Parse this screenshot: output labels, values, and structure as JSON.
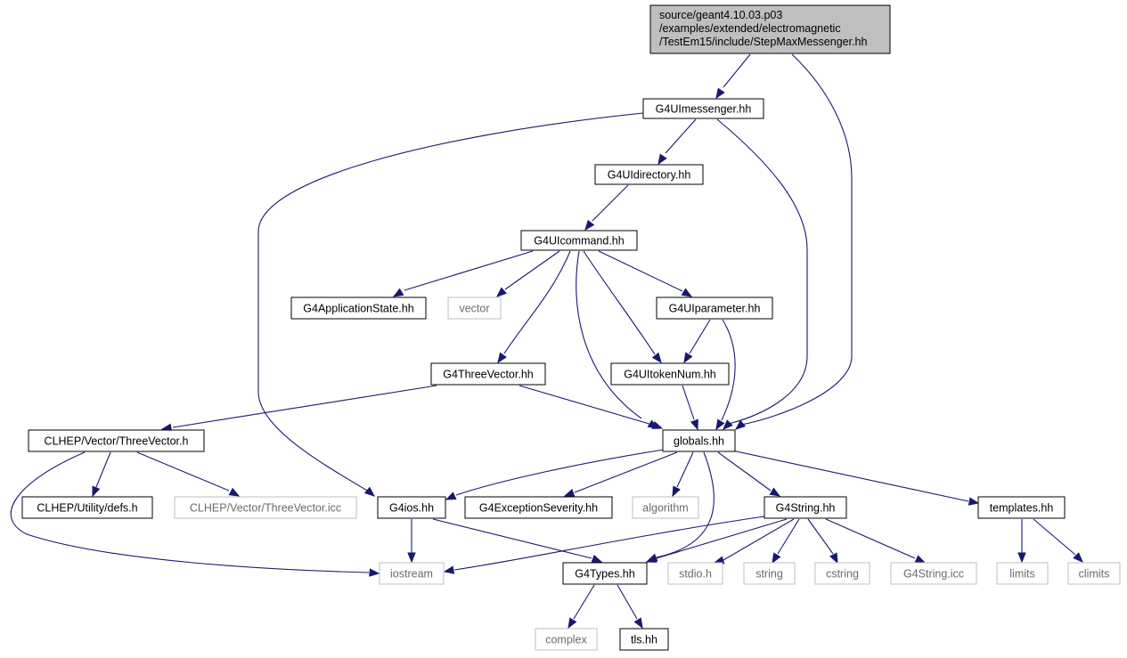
{
  "colors": {
    "edge": "#191970",
    "node_border": "#000000",
    "missing_border": "#bfbfbf",
    "root_fill": "#bfbfbf",
    "node_fill": "#ffffff"
  },
  "nodes": [
    {
      "id": "root",
      "lines": [
        "source/geant4.10.03.p03",
        "/examples/extended/electromagnetic",
        "/TestEm15/include/StepMaxMessenger.hh"
      ],
      "kind": "root"
    },
    {
      "id": "G4UImessenger",
      "lines": [
        "G4UImessenger.hh"
      ],
      "kind": "normal"
    },
    {
      "id": "G4UIdirectory",
      "lines": [
        "G4UIdirectory.hh"
      ],
      "kind": "normal"
    },
    {
      "id": "G4UIcommand",
      "lines": [
        "G4UIcommand.hh"
      ],
      "kind": "normal"
    },
    {
      "id": "G4ApplicationState",
      "lines": [
        "G4ApplicationState.hh"
      ],
      "kind": "normal"
    },
    {
      "id": "vector",
      "lines": [
        "vector"
      ],
      "kind": "missing"
    },
    {
      "id": "G4UIparameter",
      "lines": [
        "G4UIparameter.hh"
      ],
      "kind": "normal"
    },
    {
      "id": "G4ThreeVector",
      "lines": [
        "G4ThreeVector.hh"
      ],
      "kind": "normal"
    },
    {
      "id": "G4UItokenNum",
      "lines": [
        "G4UItokenNum.hh"
      ],
      "kind": "normal"
    },
    {
      "id": "CLHEPThreeVector",
      "lines": [
        "CLHEP/Vector/ThreeVector.h"
      ],
      "kind": "normal"
    },
    {
      "id": "globals",
      "lines": [
        "globals.hh"
      ],
      "kind": "normal"
    },
    {
      "id": "CLHEPdefs",
      "lines": [
        "CLHEP/Utility/defs.h"
      ],
      "kind": "normal"
    },
    {
      "id": "ThreeVectorIcc",
      "lines": [
        "CLHEP/Vector/ThreeVector.icc"
      ],
      "kind": "missing"
    },
    {
      "id": "G4ios",
      "lines": [
        "G4ios.hh"
      ],
      "kind": "normal"
    },
    {
      "id": "G4ExceptionSeverity",
      "lines": [
        "G4ExceptionSeverity.hh"
      ],
      "kind": "normal"
    },
    {
      "id": "algorithm",
      "lines": [
        "algorithm"
      ],
      "kind": "missing"
    },
    {
      "id": "G4String",
      "lines": [
        "G4String.hh"
      ],
      "kind": "normal"
    },
    {
      "id": "templates",
      "lines": [
        "templates.hh"
      ],
      "kind": "normal"
    },
    {
      "id": "iostream",
      "lines": [
        "iostream"
      ],
      "kind": "missing"
    },
    {
      "id": "G4Types",
      "lines": [
        "G4Types.hh"
      ],
      "kind": "normal"
    },
    {
      "id": "stdio",
      "lines": [
        "stdio.h"
      ],
      "kind": "missing"
    },
    {
      "id": "string",
      "lines": [
        "string"
      ],
      "kind": "missing"
    },
    {
      "id": "cstring",
      "lines": [
        "cstring"
      ],
      "kind": "missing"
    },
    {
      "id": "G4StringIcc",
      "lines": [
        "G4String.icc"
      ],
      "kind": "missing"
    },
    {
      "id": "limits",
      "lines": [
        "limits"
      ],
      "kind": "missing"
    },
    {
      "id": "climits",
      "lines": [
        "climits"
      ],
      "kind": "missing"
    },
    {
      "id": "complex",
      "lines": [
        "complex"
      ],
      "kind": "missing"
    },
    {
      "id": "tls",
      "lines": [
        "tls.hh"
      ],
      "kind": "normal"
    }
  ],
  "edges": [
    {
      "from": "root",
      "to": "G4UImessenger"
    },
    {
      "from": "root",
      "to": "globals"
    },
    {
      "from": "G4UImessenger",
      "to": "G4UIdirectory"
    },
    {
      "from": "G4UImessenger",
      "to": "globals"
    },
    {
      "from": "G4UImessenger",
      "to": "G4ios"
    },
    {
      "from": "G4UIdirectory",
      "to": "G4UIcommand"
    },
    {
      "from": "G4UIcommand",
      "to": "G4ApplicationState"
    },
    {
      "from": "G4UIcommand",
      "to": "vector"
    },
    {
      "from": "G4UIcommand",
      "to": "G4UIparameter"
    },
    {
      "from": "G4UIcommand",
      "to": "G4ThreeVector"
    },
    {
      "from": "G4UIcommand",
      "to": "G4UItokenNum"
    },
    {
      "from": "G4UIcommand",
      "to": "globals"
    },
    {
      "from": "G4UIparameter",
      "to": "G4UItokenNum"
    },
    {
      "from": "G4UIparameter",
      "to": "globals"
    },
    {
      "from": "G4UItokenNum",
      "to": "globals"
    },
    {
      "from": "G4ThreeVector",
      "to": "CLHEPThreeVector"
    },
    {
      "from": "G4ThreeVector",
      "to": "globals"
    },
    {
      "from": "CLHEPThreeVector",
      "to": "CLHEPdefs"
    },
    {
      "from": "CLHEPThreeVector",
      "to": "ThreeVectorIcc"
    },
    {
      "from": "CLHEPThreeVector",
      "to": "iostream"
    },
    {
      "from": "globals",
      "to": "G4ios"
    },
    {
      "from": "globals",
      "to": "G4ExceptionSeverity"
    },
    {
      "from": "globals",
      "to": "algorithm"
    },
    {
      "from": "globals",
      "to": "G4String"
    },
    {
      "from": "globals",
      "to": "templates"
    },
    {
      "from": "globals",
      "to": "G4Types"
    },
    {
      "from": "G4ios",
      "to": "iostream"
    },
    {
      "from": "G4ios",
      "to": "G4Types"
    },
    {
      "from": "G4String",
      "to": "iostream"
    },
    {
      "from": "G4String",
      "to": "G4Types"
    },
    {
      "from": "G4String",
      "to": "stdio"
    },
    {
      "from": "G4String",
      "to": "string"
    },
    {
      "from": "G4String",
      "to": "cstring"
    },
    {
      "from": "G4String",
      "to": "G4StringIcc"
    },
    {
      "from": "templates",
      "to": "limits"
    },
    {
      "from": "templates",
      "to": "climits"
    },
    {
      "from": "G4Types",
      "to": "complex"
    },
    {
      "from": "G4Types",
      "to": "tls"
    }
  ]
}
